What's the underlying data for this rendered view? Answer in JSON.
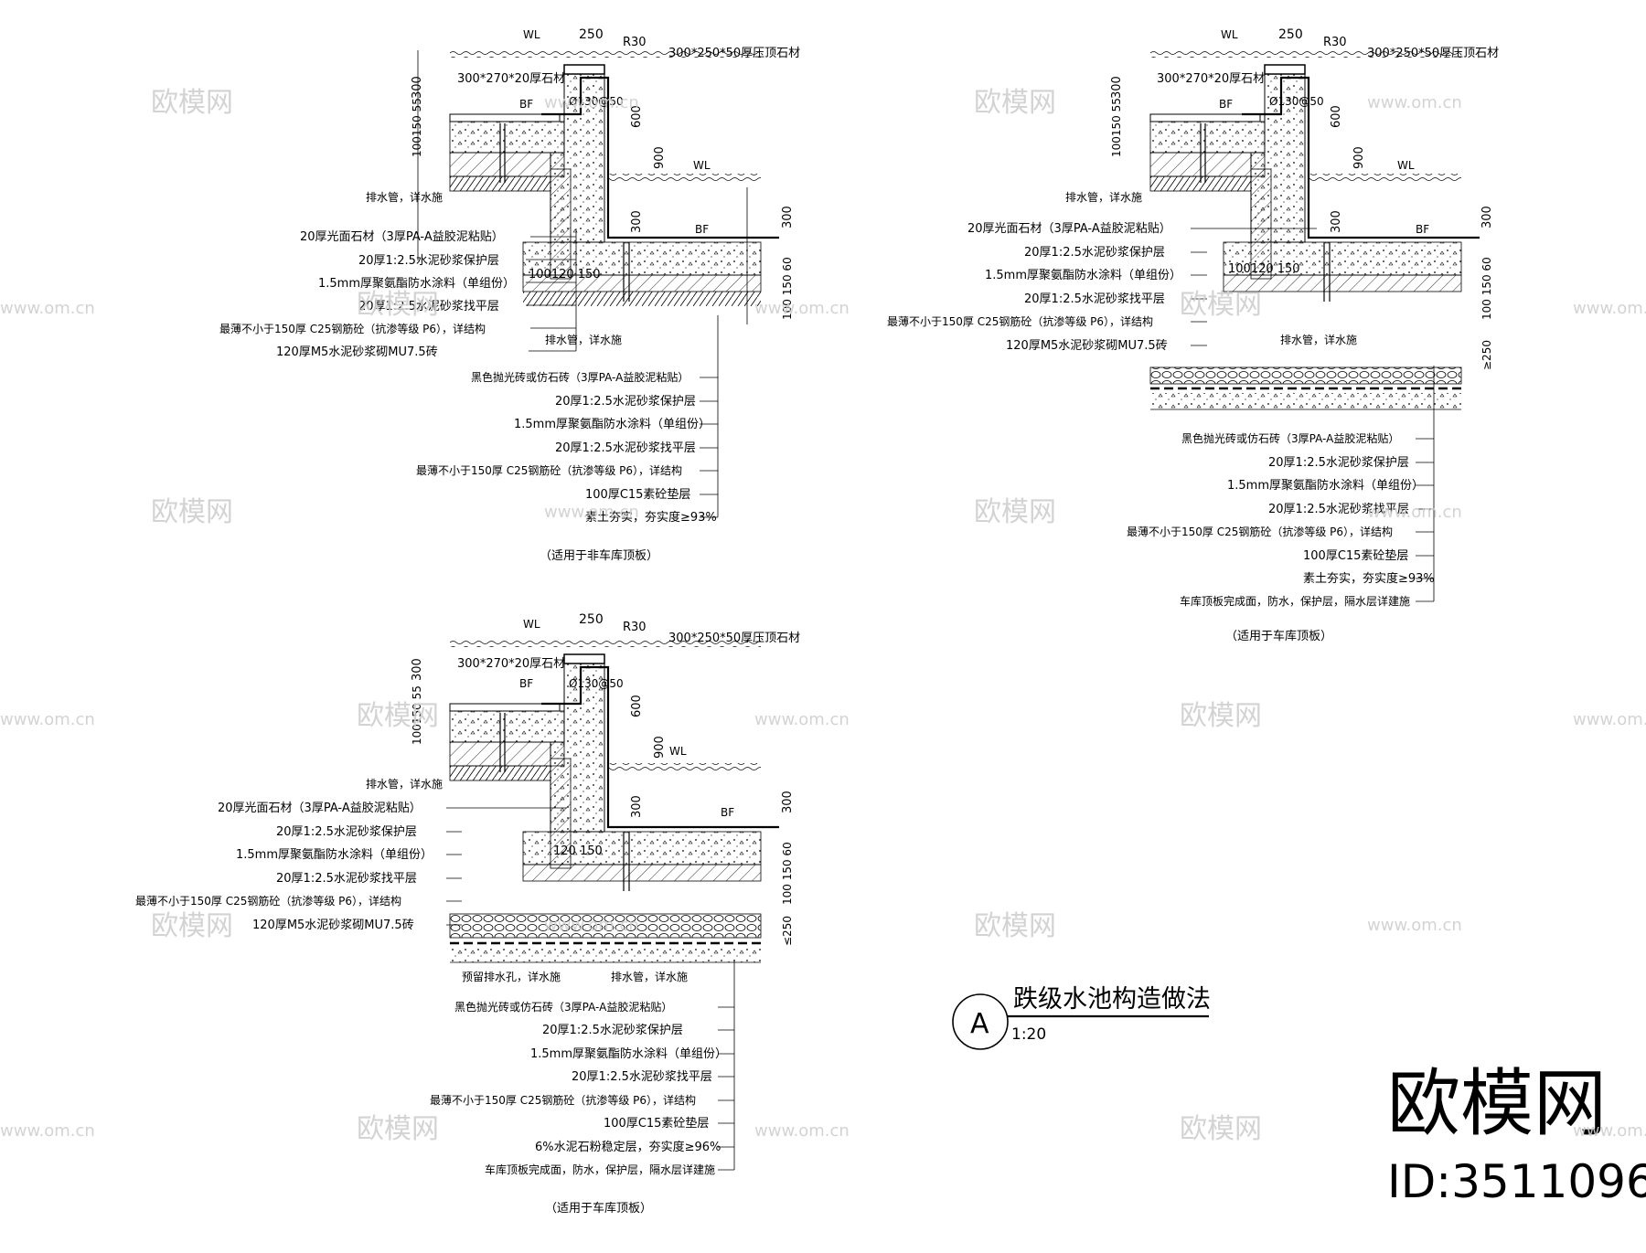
{
  "drawing_title": "跌级水池构造做法",
  "detail_mark": "A",
  "scale": "1:20",
  "brand": {
    "logo_text": "欧模网",
    "id_text": "ID:3511096"
  },
  "watermarks": {
    "logo": "欧模网",
    "url": "www.om.cn"
  },
  "common": {
    "wl": "WL",
    "bf": "BF",
    "dim_250": "250",
    "dim_r30": "R30",
    "dim_300": "300",
    "dim_100_150_55": "100150 55",
    "dim_300_inner": "300",
    "dim_600": "600",
    "dim_900": "900",
    "dim_300_lower": "300",
    "dim_300_right": "300",
    "dim_60_150_100": "100 150 60",
    "dim_d130": "Ø130@50",
    "coping_label": "300*250*50厚压顶石材",
    "cap_label": "300*270*20厚石材",
    "drain_upper": "排水管，详水施",
    "drain_lower": "排水管，详水施"
  },
  "wall_layers": [
    "20厚光面石材（3厚PA-A益胶泥粘贴）",
    "20厚1:2.5水泥砂浆保护层",
    "1.5mm厚聚氨酯防水涂料（单组份）",
    "20厚1:2.5水泥砂浆找平层",
    "最薄不小于150厚 C25钢筋砼（抗渗等级 P6），详结构",
    "120厚M5水泥砂浆砌MU7.5砖"
  ],
  "detail1": {
    "dim_base": "100120 150",
    "floor_layers": [
      "黑色抛光砖或仿石砖（3厚PA-A益胶泥粘贴）",
      "20厚1:2.5水泥砂浆保护层",
      "1.5mm厚聚氨酯防水涂料（单组份）",
      "20厚1:2.5水泥砂浆找平层",
      "最薄不小于150厚 C25钢筋砼（抗渗等级 P6），详结构",
      "100厚C15素砼垫层",
      "素土夯实，夯实度≥93%"
    ],
    "caption": "（适用于非车库顶板）"
  },
  "detail2": {
    "dim_base": "100120 150",
    "dim_250": "≥250",
    "floor_layers": [
      "黑色抛光砖或仿石砖（3厚PA-A益胶泥粘贴）",
      "20厚1:2.5水泥砂浆保护层",
      "1.5mm厚聚氨酯防水涂料（单组份）",
      "20厚1:2.5水泥砂浆找平层",
      "最薄不小于150厚 C25钢筋砼（抗渗等级 P6），详结构",
      "100厚C15素砼垫层",
      "素土夯实，夯实度≥93%",
      "车库顶板完成面，防水，保护层，隔水层详建施"
    ],
    "caption": "（适用于车库顶板）"
  },
  "detail3": {
    "dim_base": "120 150",
    "dim_250": "≤250",
    "hole_label": "预留排水孔，详水施",
    "floor_layers": [
      "黑色抛光砖或仿石砖（3厚PA-A益胶泥粘贴）",
      "20厚1:2.5水泥砂浆保护层",
      "1.5mm厚聚氨酯防水涂料（单组份）",
      "20厚1:2.5水泥砂浆找平层",
      "最薄不小于150厚 C25钢筋砼（抗渗等级 P6），详结构",
      "100厚C15素砼垫层",
      "6%水泥石粉稳定层，夯实度≥96%",
      "车库顶板完成面，防水，保护层，隔水层详建施"
    ],
    "caption": "（适用于车库顶板）"
  }
}
